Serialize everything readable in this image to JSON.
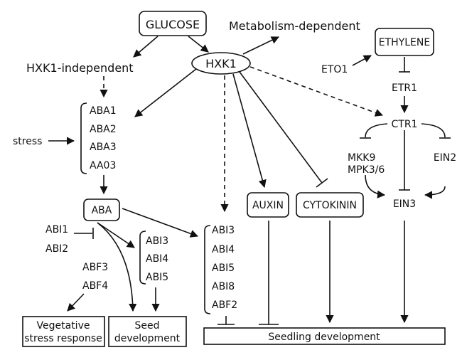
{
  "nodes": {
    "glucose": "GLUCOSE",
    "hxk1": "HXK1",
    "hxk1_independent": "HXK1-independent",
    "metabolism_dependent": "Metabolism-dependent",
    "ethylene": "ETHYLENE",
    "eto1": "ETO1",
    "etr1": "ETR1",
    "ctr1": "CTR1",
    "mkk9": "MKK9",
    "mpk36": "MPK3/6",
    "ein2": "EIN2",
    "ein3": "EIN3",
    "stress": "stress",
    "aba1": "ABA1",
    "aba2": "ABA2",
    "aba3": "ABA3",
    "aa03": "AA03",
    "aba": "ABA",
    "abi1": "ABI1",
    "abi2": "ABI2",
    "abf3": "ABF3",
    "abf4": "ABF4",
    "abi3_a": "ABI3",
    "abi4_a": "ABI4",
    "abi5_a": "ABI5",
    "abi3_b": "ABI3",
    "abi4_b": "ABI4",
    "abi5_b": "ABI5",
    "abi8": "ABI8",
    "abf2": "ABF2",
    "auxin": "AUXIN",
    "cytokinin": "CYTOKININ",
    "vegetative_line1": "Vegetative",
    "vegetative_line2": "stress response",
    "seed_line1": "Seed",
    "seed_line2": "development",
    "seedling": "Seedling development"
  }
}
